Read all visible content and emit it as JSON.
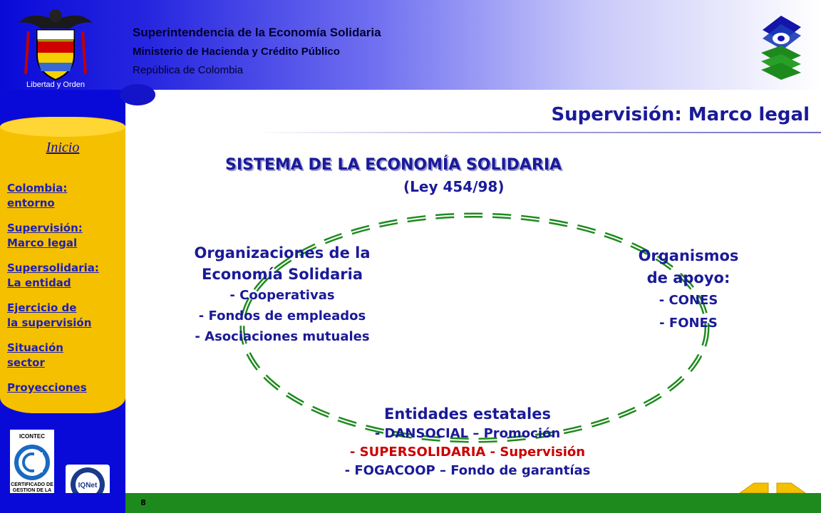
{
  "header": {
    "org_name": "Superintendencia de la Economía Solidaria",
    "ministry": "Ministerio de Hacienda y Crédito Público",
    "country": "República de Colombia",
    "crest_motto": "Libertad y Orden"
  },
  "page_title": "Supervisión: Marco legal",
  "sidebar": {
    "home": "Inicio",
    "links": [
      {
        "line1": "Colombia:",
        "line2": "entorno"
      },
      {
        "line1": "Supervisión:",
        "line2": "Marco legal"
      },
      {
        "line1": "Supersolidaria:",
        "line2": "La entidad"
      },
      {
        "line1": "Ejercicio de",
        "line2": "la supervisión"
      },
      {
        "line1": "Situación",
        "line2": "sector"
      },
      {
        "line1": "Proyecciones",
        "line2": ""
      }
    ]
  },
  "logos": {
    "icontec_top": "ICONTEC",
    "icontec_caption": "CERTIFICADO DE GESTION DE LA CALIDAD",
    "iqnet": "IQNet"
  },
  "main": {
    "heading": "SISTEMA DE LA ECONOMÍA SOLIDARIA",
    "law": "(Ley 454/98)",
    "orgs": {
      "title1": "Organizaciones de la",
      "title2": "Economía Solidaria",
      "item1": "- Cooperativas",
      "item2": "- Fondos de empleados",
      "item3": "- Asociaciones mutuales"
    },
    "support": {
      "title1": "Organismos",
      "title2": "de apoyo:",
      "item1": "- CONES",
      "item2": "- FONES"
    },
    "state": {
      "title": "Entidades estatales",
      "item1": "- DANSOCIAL – Promoción",
      "item2": "- SUPERSOLIDARIA - Supervisión",
      "item3": "- FOGACOOP – Fondo de garantías"
    }
  },
  "footer": {
    "page_number": "8"
  },
  "colors": {
    "primary_blue": "#0a0ad8",
    "heading_navy": "#1a1a99",
    "nav_yellow": "#f5c000",
    "footer_green": "#1e8a1e",
    "highlight_red": "#cc0000",
    "dash_green": "#1e8a1e"
  }
}
